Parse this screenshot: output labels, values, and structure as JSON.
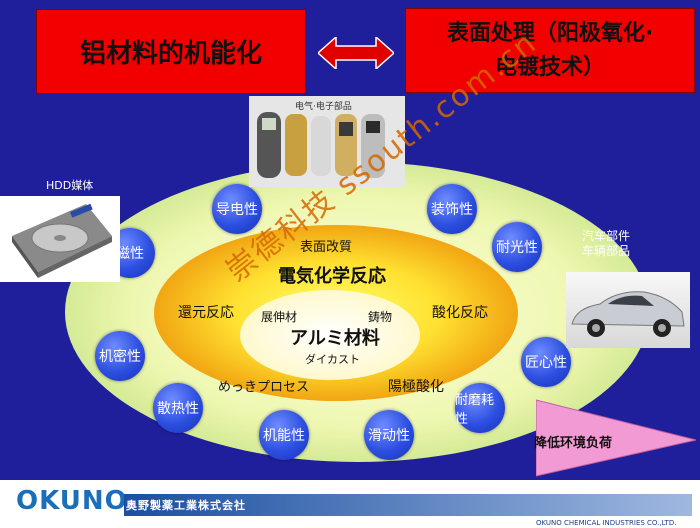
{
  "header": {
    "left_title": "铝材料的机能化",
    "right_title_line1": "表面处理（阳极氧化·",
    "right_title_line2": "电镀技术）"
  },
  "photos": {
    "phones_caption": "电气·电子部品",
    "hdd_caption": "HDD媒体",
    "car_caption_line1": "汽车部件",
    "car_caption_line2": "车辆部品"
  },
  "rings": {
    "inner": {
      "main": "アルミ材料",
      "top_left": "展伸材",
      "top_right": "鋳物",
      "bottom": "ダイカスト"
    },
    "middle": {
      "top": "表面改質",
      "center": "電気化学反応",
      "left": "還元反応",
      "right": "酸化反応",
      "bottom_left": "めっきプロセス",
      "bottom_right": "陽極酸化"
    }
  },
  "functions": [
    "导电性",
    "装饰性",
    "磁性",
    "耐光性",
    "机密性",
    "匠心性",
    "散热性",
    "耐磨耗性",
    "机能性",
    "滑动性"
  ],
  "arrow_label": "降低环境负荷",
  "watermark": "崇德科技 ssouth.com.cn",
  "footer": {
    "logo": "OKUNO",
    "company_jp": "奥野製薬工業株式会社",
    "company_en": "OKUNO CHEMICAL INDUSTRIES CO.,LTD."
  },
  "colors": {
    "background": "#1f1f9c",
    "header_box": "#f20000",
    "outer_ellipse": "#e8f4a0",
    "middle_ring": "#f2a818",
    "inner_ellipse": "#fffde0",
    "bubble": "#2d4fe0",
    "arrow": "#f29ad4",
    "logo": "#1b6fb8"
  }
}
